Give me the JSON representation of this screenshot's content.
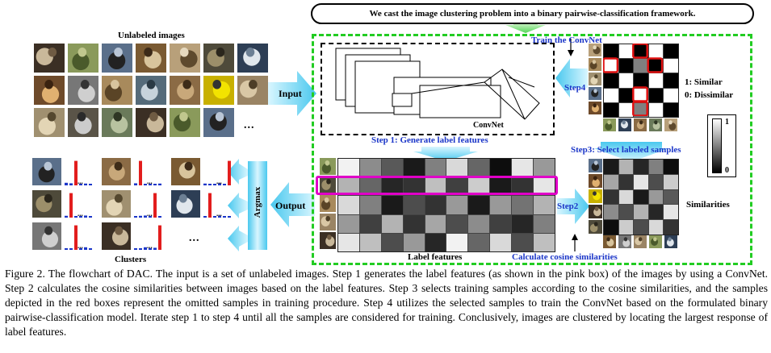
{
  "banner": "We cast the image clustering problem into a binary pairwise-classification framework.",
  "left": {
    "unlabeled_title": "Unlabeled images",
    "clusters_title": "Clusters",
    "ellipsis": "..."
  },
  "arrows": {
    "input": "Input",
    "output": "Output",
    "argmax": "Argmax"
  },
  "steps": {
    "train": "Train the ConvNet",
    "step1": "Step 1: Generate label features",
    "step2": "Step2",
    "step3": "Step3: Select labeled samples",
    "step4": "Step4",
    "cosine": "Calculate cosine similarities"
  },
  "labels": {
    "convnet": "ConvNet",
    "label_features": "Label features",
    "similar": "1: Similar",
    "dissimilar": "0: Dissimilar",
    "similarities": "Similarities",
    "colorbar_top": "1",
    "colorbar_bottom": "0"
  },
  "colors": {
    "green_dashed": "#22cc22",
    "blue_text": "#1a35c8",
    "arrow_cyan": "#7fd8f0",
    "pink_box": "#e000c8",
    "red_box": "#e01010",
    "histogram_red": "#e21d1d",
    "histogram_blue": "#1a35c8"
  },
  "caption": "Figure 2. The flowchart of DAC. The input is a set of unlabeled images. Step 1 generates the label features (as shown in the pink box) of the images by using a ConvNet. Step 2 calculates the cosine similarities between images based on the label features. Step 3 selects training samples according to the cosine similarities, and the samples depicted in the red boxes represent the omitted samples in training procedure. Step 4 utilizes the selected samples to train the ConvNet based on the formulated binary pairwise-classification model. Iterate step 1 to step 4 until all the samples are considered for training. Conclusively, images are clustered by locating the largest response of label features.",
  "label_feature_matrix": [
    [
      0.95,
      0.55,
      0.35,
      0.1,
      0.5,
      0.85,
      0.4,
      0.05,
      0.9,
      0.6
    ],
    [
      0.7,
      0.4,
      0.15,
      0.2,
      0.75,
      0.25,
      0.8,
      0.1,
      0.2,
      0.9
    ],
    [
      0.85,
      0.5,
      0.1,
      0.3,
      0.2,
      0.6,
      0.1,
      0.6,
      0.45,
      0.7
    ],
    [
      0.6,
      0.25,
      0.7,
      0.2,
      0.65,
      0.3,
      0.55,
      0.25,
      0.15,
      0.5
    ],
    [
      0.9,
      0.75,
      0.3,
      0.6,
      0.15,
      0.95,
      0.4,
      0.85,
      0.3,
      0.75
    ]
  ],
  "similarity_matrix": [
    [
      0.1,
      0.7,
      0.15,
      0.5,
      0.05
    ],
    [
      0.65,
      0.2,
      0.9,
      0.3,
      0.8
    ],
    [
      0.2,
      0.85,
      0.1,
      0.6,
      0.35
    ],
    [
      0.55,
      0.3,
      0.7,
      0.15,
      0.9
    ],
    [
      0.05,
      0.8,
      0.3,
      0.85,
      0.2
    ]
  ],
  "binary_matrix": [
    [
      0,
      1,
      0,
      1,
      0
    ],
    [
      1,
      0,
      0.5,
      0,
      1
    ],
    [
      0,
      1,
      0,
      1,
      0
    ],
    [
      1,
      0,
      1,
      0,
      1
    ],
    [
      0,
      1,
      0.5,
      1,
      0
    ]
  ],
  "histograms": [
    [
      0.1,
      0.08,
      0.95,
      0.05,
      0.07,
      0.06
    ],
    [
      0.07,
      0.95,
      0.05,
      0.06,
      0.08,
      0.05
    ],
    [
      0.06,
      0.05,
      0.95,
      0.05,
      0.1,
      0.06
    ],
    [
      0.08,
      0.95,
      0.06,
      0.05,
      0.05,
      0.07
    ],
    [
      0.06,
      0.07,
      0.08,
      0.05,
      0.95,
      0.06
    ],
    [
      0.05,
      0.06,
      0.1,
      0.05,
      0.08,
      0.95
    ],
    [
      0.07,
      0.05,
      0.06,
      0.08,
      0.05,
      0.95
    ],
    [
      0.05,
      0.95,
      0.06,
      0.07,
      0.05,
      0.06
    ]
  ]
}
